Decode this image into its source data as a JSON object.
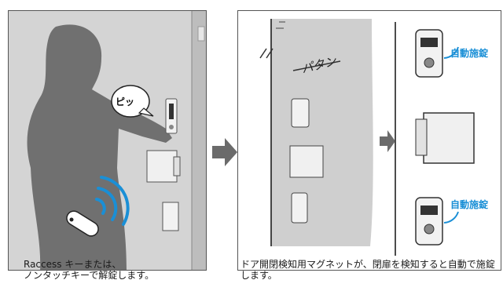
{
  "panel_left": {
    "caption_line1": "Raccess キーまたは、",
    "caption_line2": "ノンタッチキーで解錠します。",
    "speech_bubble": "ピッ"
  },
  "panel_right": {
    "handwritten_sound": "パタン",
    "caption": "ドア開閉検知用マグネットが、閉扉を検知すると自動で施錠します。",
    "label_top": "自動施錠",
    "label_bottom": "自動施錠"
  },
  "colors": {
    "silhouette": "#6f6f6f",
    "door": "#c9c9c9",
    "accent_blue": "#1a8fd6",
    "arrow_gray": "#6b6b6b"
  }
}
